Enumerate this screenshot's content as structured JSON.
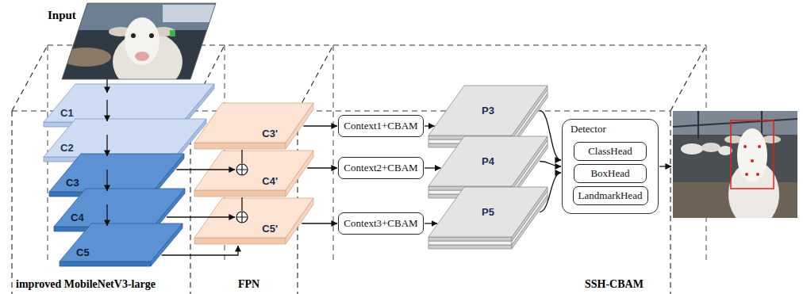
{
  "diagram": {
    "nodes": [
      {
        "text": [
          "C1"
        ]
      },
      {
        "text": [
          "C2"
        ]
      },
      {
        "text": [
          "C3"
        ]
      },
      {
        "text": [
          "C4"
        ]
      },
      {
        "text": [
          "C5"
        ]
      },
      {
        "text": [
          "C3'"
        ]
      },
      {
        "text": [
          "C4'"
        ]
      },
      {
        "text": [
          "C5'"
        ]
      },
      {
        "text": [
          "Context1+CBAM"
        ]
      },
      {
        "text": [
          "Context2+CBAM"
        ]
      },
      {
        "text": [
          "Context3+CBAM"
        ]
      },
      {
        "text": [
          "P3"
        ]
      },
      {
        "text": [
          "P4"
        ]
      },
      {
        "text": [
          "P5"
        ]
      },
      {
        "text": [
          "Detector"
        ]
      },
      {
        "text": [
          "ClassHead"
        ],
        "in": 14
      },
      {
        "text": [
          "BoxHead"
        ],
        "in": 14
      },
      {
        "text": [
          "LandmarkHead"
        ],
        "in": 14
      }
    ],
    "edges": [
      {
        "from": 0,
        "to": 1,
        "arrow": "to"
      },
      {
        "from": 1,
        "to": 2,
        "arrow": "to"
      },
      {
        "from": 2,
        "to": 3,
        "arrow": "to"
      },
      {
        "from": 3,
        "to": 4,
        "arrow": "to"
      },
      {
        "from": 2,
        "to": 6,
        "arrow": "to"
      },
      {
        "from": 3,
        "to": 7,
        "arrow": "to"
      },
      {
        "from": 4,
        "to": 7,
        "arrow": "to"
      },
      {
        "from": 6,
        "to": 5,
        "arrow": "none"
      },
      {
        "from": 7,
        "to": 6,
        "arrow": "none"
      },
      {
        "from": 5,
        "to": 8,
        "arrow": "to"
      },
      {
        "from": 6,
        "to": 9,
        "arrow": "to"
      },
      {
        "from": 7,
        "to": 10,
        "arrow": "to"
      },
      {
        "from": 8,
        "to": 11,
        "arrow": "to"
      },
      {
        "from": 9,
        "to": 12,
        "arrow": "to"
      },
      {
        "from": 10,
        "to": 13,
        "arrow": "to"
      },
      {
        "from": 11,
        "to": 14,
        "arrow": "to"
      },
      {
        "from": 12,
        "to": 14,
        "arrow": "to"
      },
      {
        "from": 13,
        "to": 14,
        "arrow": "to"
      }
    ],
    "labels": [
      "Input",
      "improved MobileNetV3-large",
      "FPN",
      "SSH-CBAM"
    ]
  }
}
